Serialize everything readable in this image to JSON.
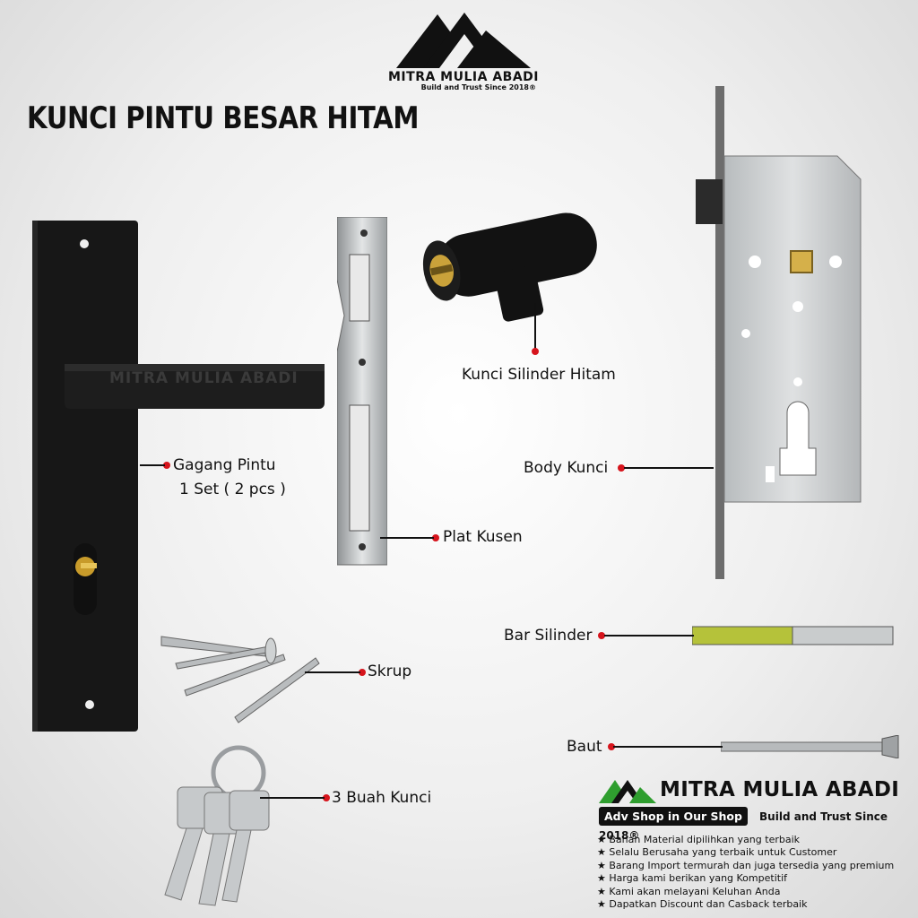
{
  "logo": {
    "name": "MITRA MULIA ABADI",
    "tagline": "Build and Trust Since 2018®"
  },
  "title": "KUNCI PINTU BESAR HITAM",
  "watermark": "MITRA MULIA ABADI",
  "labels": {
    "gagang_line1": "Gagang Pintu",
    "gagang_line2": "1 Set ( 2 pcs )",
    "plat_kusen": "Plat Kusen",
    "kunci_silinder": "Kunci Silinder Hitam",
    "body_kunci": "Body Kunci",
    "bar_silinder": "Bar Silinder",
    "skrup": "Skrup",
    "baut": "Baut",
    "buah_kunci": "3 Buah Kunci"
  },
  "brand": {
    "name": "MITRA MULIA ABADI",
    "badge": "Adv Shop in Our Shop",
    "tagline": "Build and Trust Since 2018®",
    "features": [
      "★ Bahan Material dipilihkan yang terbaik",
      "★ Selalu Berusaha yang terbaik untuk Customer",
      "★ Barang Import termurah dan juga tersedia yang premium",
      "★ Harga kami berikan yang Kompetitif",
      "★ Kami akan melayani Keluhan Anda",
      "★ Dapatkan Discount dan Casback terbaik"
    ]
  },
  "colors": {
    "accent_dot": "#d6141c",
    "logo_green": "#2f9e2f",
    "product_black": "#161616",
    "steel": "#c8cbcd"
  }
}
